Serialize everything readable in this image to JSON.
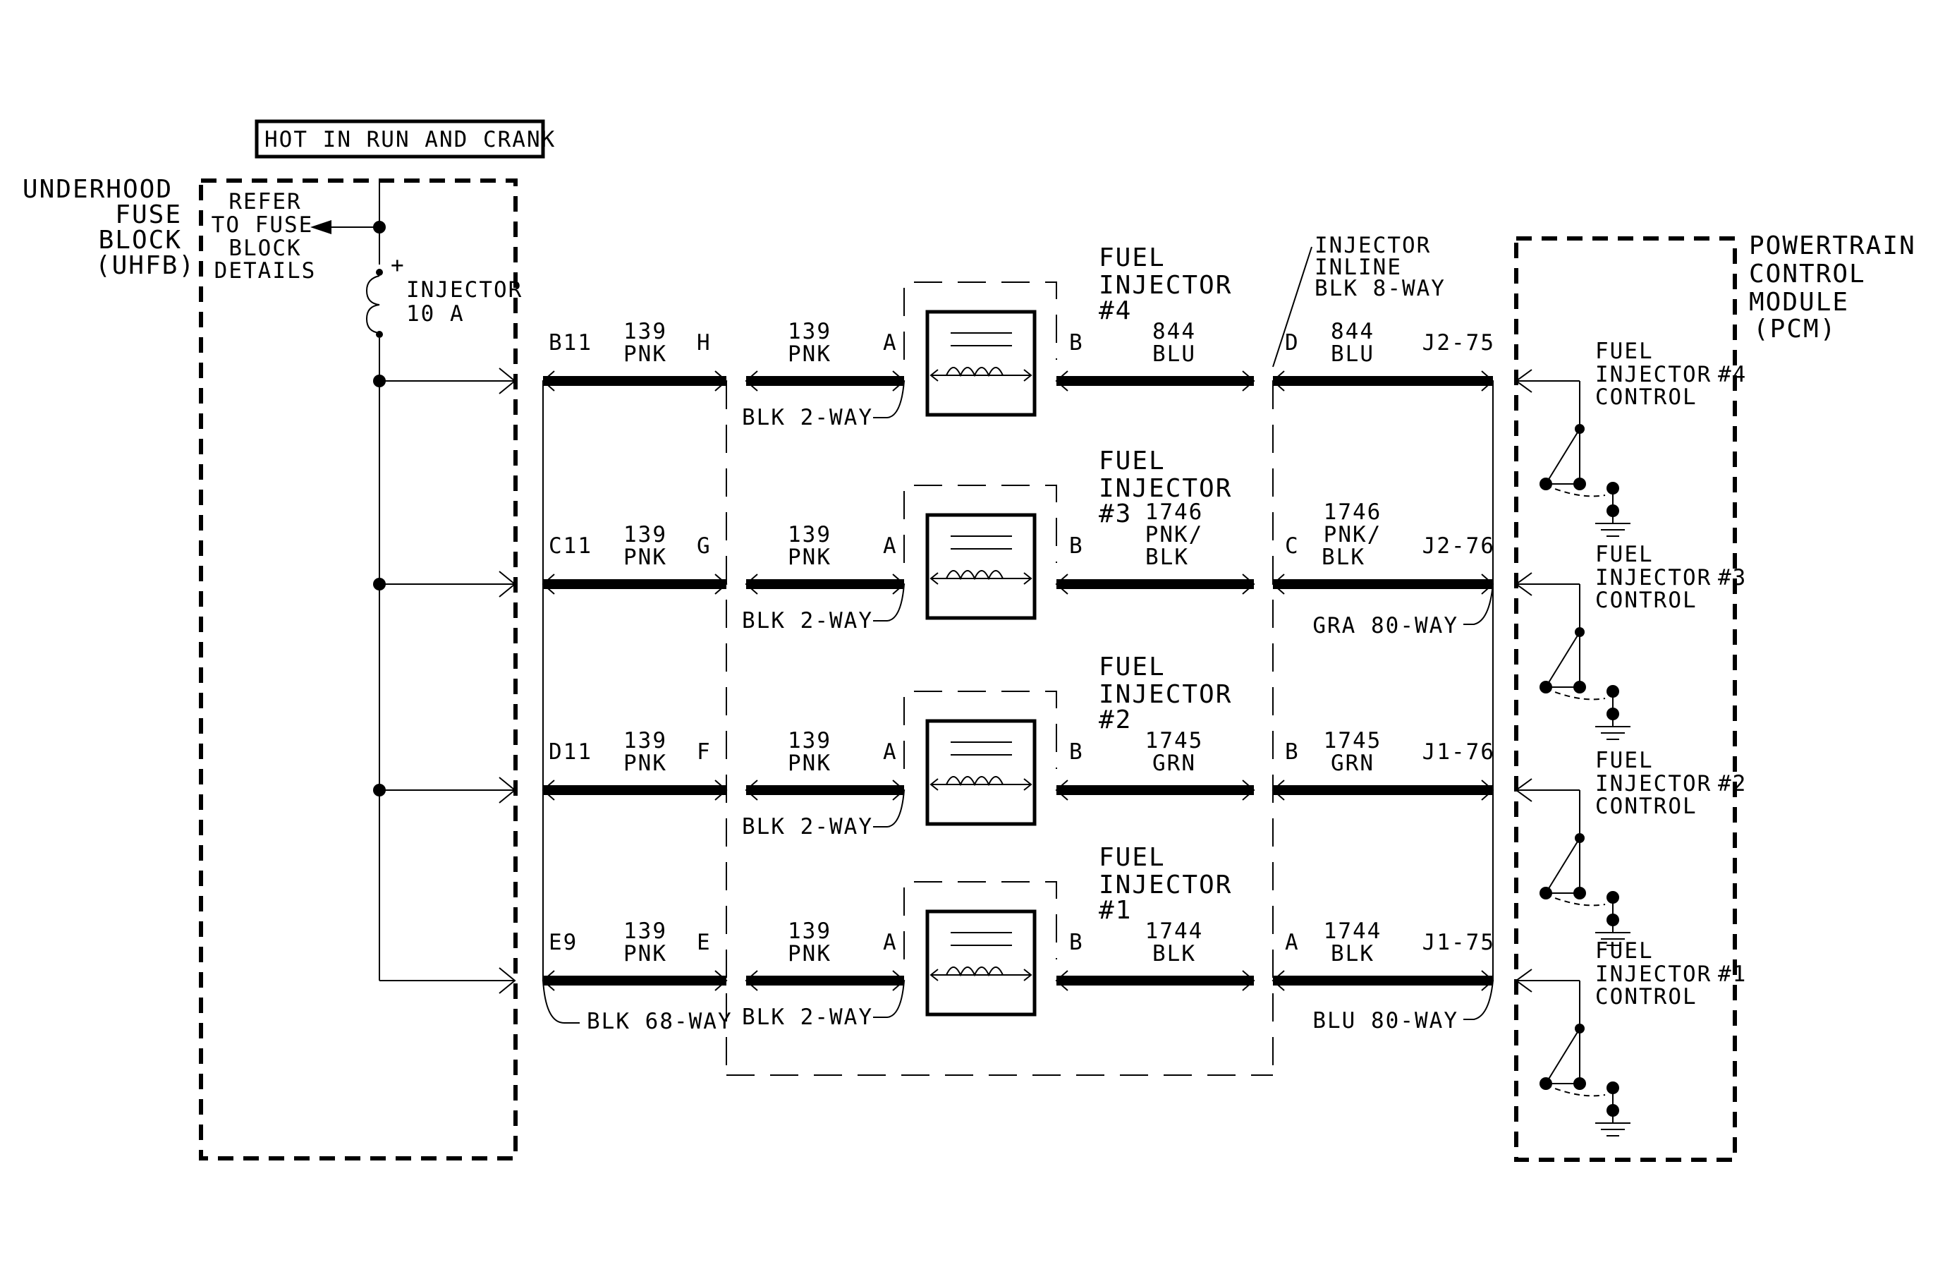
{
  "power_label": "HOT IN RUN AND CRANK",
  "uhfb": {
    "line1": "UNDERHOOD",
    "line2": "FUSE",
    "line3": "BLOCK",
    "line4": "(UHFB)"
  },
  "refer": {
    "line1": "REFER",
    "line2": "TO FUSE",
    "line3": "BLOCK",
    "line4": "DETAILS"
  },
  "fuse": {
    "name": "INJECTOR",
    "rating": "10 A",
    "polarity": "+"
  },
  "pcm": {
    "line1": "POWERTRAIN",
    "line2": "CONTROL",
    "line3": "MODULE",
    "line4": "(PCM)"
  },
  "inline": {
    "line1": "INJECTOR",
    "line2": "INLINE",
    "line3": "BLK 8-WAY"
  },
  "connectors": {
    "uhfb_68way": "BLK 68-WAY",
    "pcm_gra": "GRA 80-WAY",
    "pcm_blu": "BLU 80-WAY"
  },
  "circuits": [
    {
      "uhfb_pin": "B11",
      "ckt": "139",
      "color": "PNK",
      "inline_pin_left": "H",
      "inj_ckt": "139",
      "inj_color": "PNK",
      "inj_pin_a": "A",
      "inj_conn": "BLK 2-WAY",
      "title1": "FUEL",
      "title2": "INJECTOR",
      "title3": "#4",
      "inj_pin_b": "B",
      "out_ckt": "844",
      "out_color1": "BLU",
      "out_color2": "",
      "inline_pin_right": "D",
      "pcm_ckt": "844",
      "pcm_color1": "BLU",
      "pcm_color2": "",
      "pcm_pin": "J2-75",
      "ctrl1": "FUEL",
      "ctrl2": "INJECTOR",
      "ctrl3": "CONTROL",
      "ctrl_num": "#4"
    },
    {
      "uhfb_pin": "C11",
      "ckt": "139",
      "color": "PNK",
      "inline_pin_left": "G",
      "inj_ckt": "139",
      "inj_color": "PNK",
      "inj_pin_a": "A",
      "inj_conn": "BLK 2-WAY",
      "title1": "FUEL",
      "title2": "INJECTOR",
      "title3": "#3",
      "inj_pin_b": "B",
      "out_ckt": "1746",
      "out_color1": "PNK/",
      "out_color2": "BLK",
      "inline_pin_right": "C",
      "pcm_ckt": "1746",
      "pcm_color1": "PNK/",
      "pcm_color2": "BLK",
      "pcm_pin": "J2-76",
      "ctrl1": "FUEL",
      "ctrl2": "INJECTOR",
      "ctrl3": "CONTROL",
      "ctrl_num": "#3"
    },
    {
      "uhfb_pin": "D11",
      "ckt": "139",
      "color": "PNK",
      "inline_pin_left": "F",
      "inj_ckt": "139",
      "inj_color": "PNK",
      "inj_pin_a": "A",
      "inj_conn": "BLK 2-WAY",
      "title1": "FUEL",
      "title2": "INJECTOR",
      "title3": "#2",
      "inj_pin_b": "B",
      "out_ckt": "1745",
      "out_color1": "GRN",
      "out_color2": "",
      "inline_pin_right": "B",
      "pcm_ckt": "1745",
      "pcm_color1": "GRN",
      "pcm_color2": "",
      "pcm_pin": "J1-76",
      "ctrl1": "FUEL",
      "ctrl2": "INJECTOR",
      "ctrl3": "CONTROL",
      "ctrl_num": "#2"
    },
    {
      "uhfb_pin": "E9",
      "ckt": "139",
      "color": "PNK",
      "inline_pin_left": "E",
      "inj_ckt": "139",
      "inj_color": "PNK",
      "inj_pin_a": "A",
      "inj_conn": "BLK 2-WAY",
      "title1": "FUEL",
      "title2": "INJECTOR",
      "title3": "#1",
      "inj_pin_b": "B",
      "out_ckt": "1744",
      "out_color1": "BLK",
      "out_color2": "",
      "inline_pin_right": "A",
      "pcm_ckt": "1744",
      "pcm_color1": "BLK",
      "pcm_color2": "",
      "pcm_pin": "J1-75",
      "ctrl1": "FUEL",
      "ctrl2": "INJECTOR",
      "ctrl3": "CONTROL",
      "ctrl_num": "#1"
    }
  ]
}
